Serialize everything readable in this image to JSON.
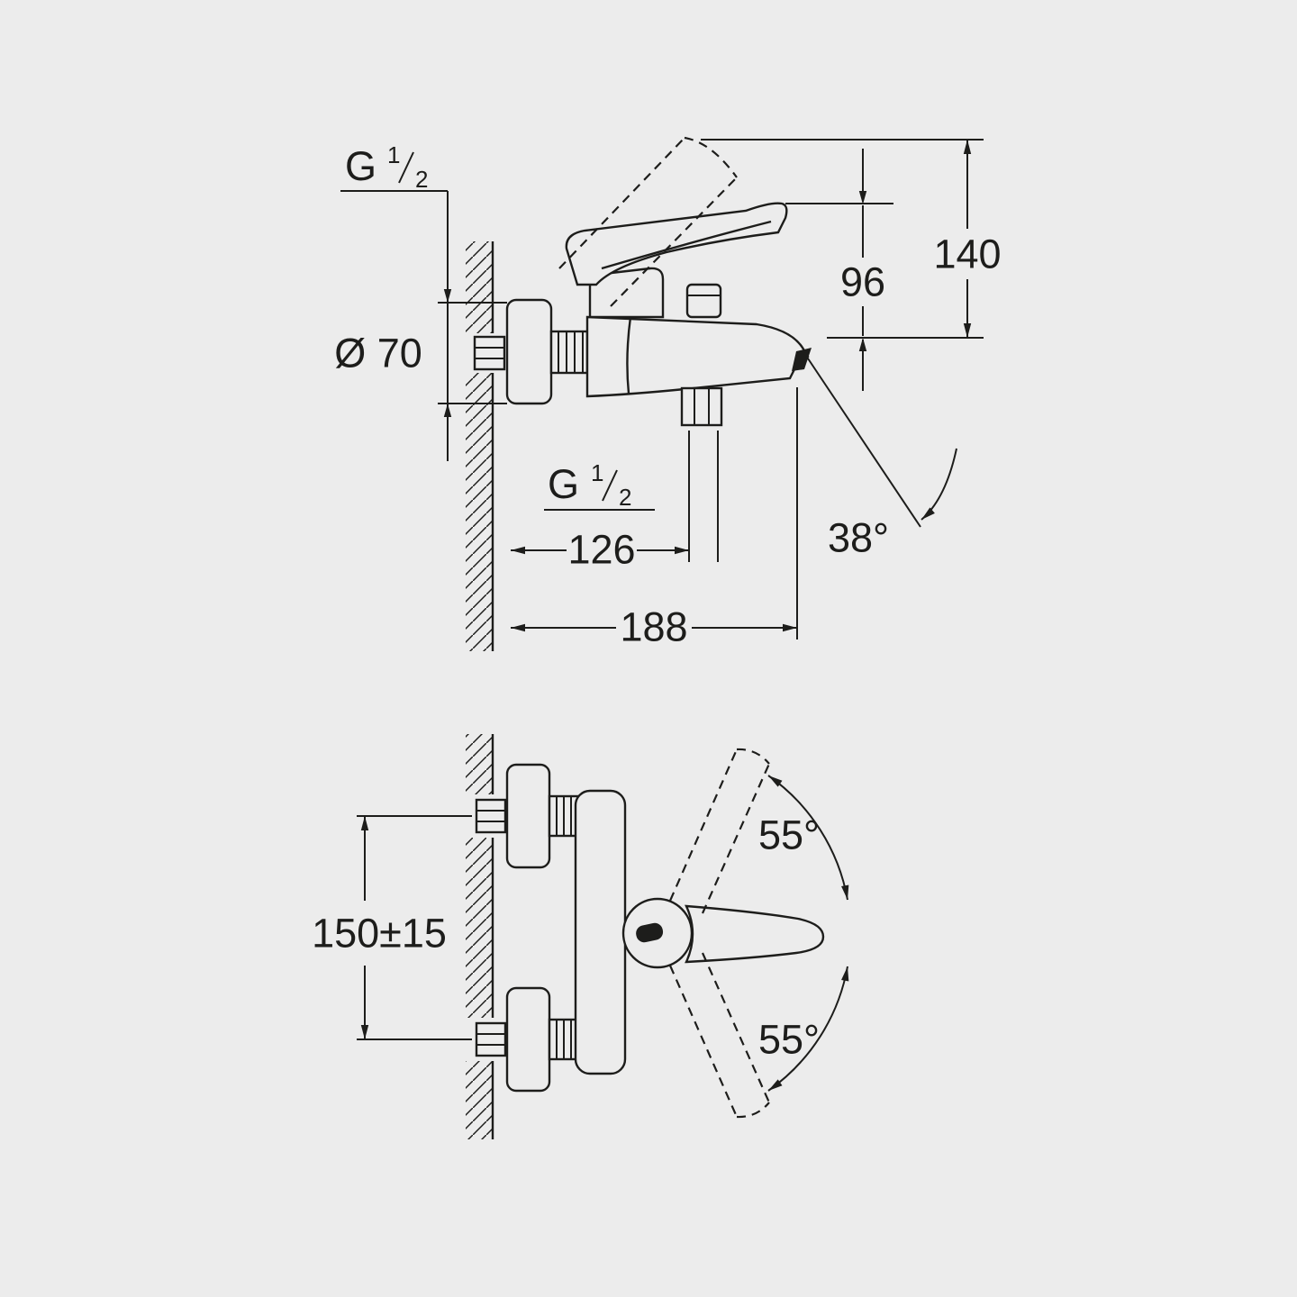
{
  "colors": {
    "background": "#ececec",
    "line": "#1d1d1b"
  },
  "views": {
    "side": {
      "thread_top": {
        "letter": "G",
        "numerator": "1",
        "denominator": "2"
      },
      "flange_diameter": "Ø 70",
      "height_total": "140",
      "height_to_spout": "96",
      "thread_bottom": {
        "letter": "G",
        "numerator": "1",
        "denominator": "2"
      },
      "depth_to_outlet": "126",
      "depth_total": "188",
      "spout_angle": "38°"
    },
    "front": {
      "lever_swing_up": "55°",
      "lever_swing_down": "55°",
      "mounting_centers": "150±15"
    }
  }
}
